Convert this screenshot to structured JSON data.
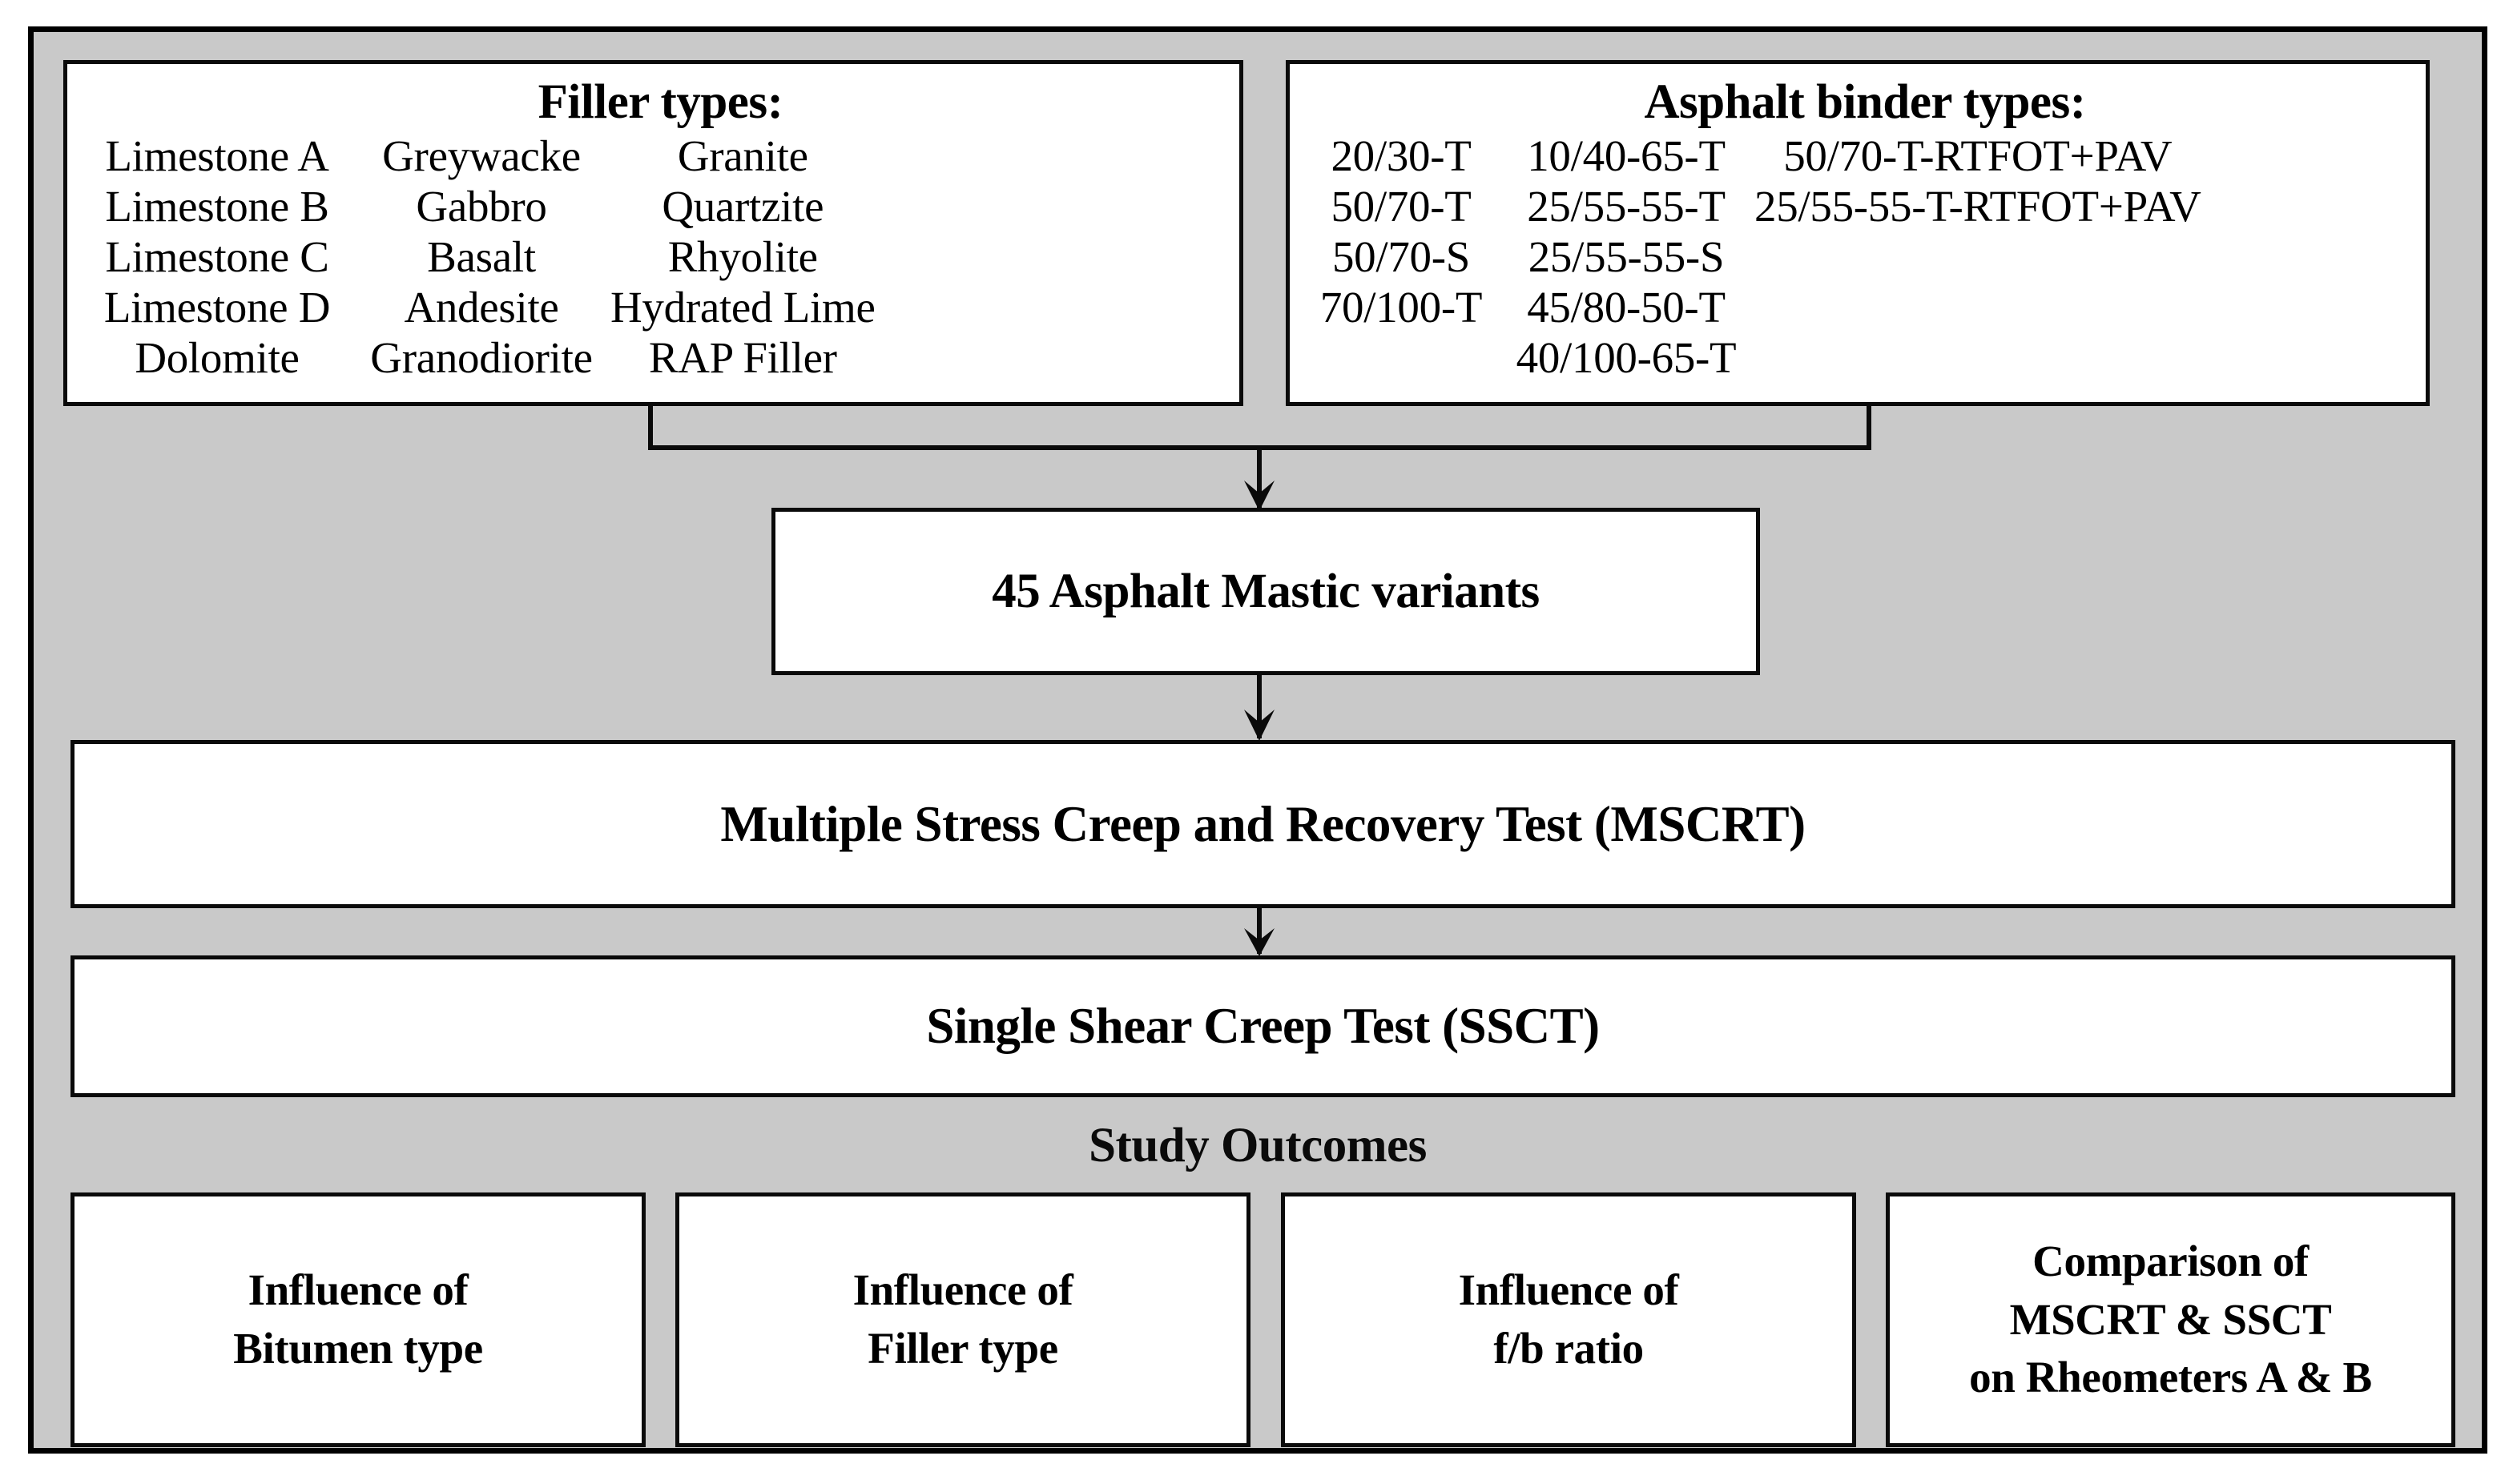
{
  "diagram": {
    "title": "Research methodology flowchart for asphalt mastic testing",
    "background_color": "#c9c9c9",
    "box_fill_color": "#ffffff",
    "line_color": "#0a0a0a"
  },
  "filler_box": {
    "heading": "Filler types:",
    "columns": [
      [
        "Limestone A",
        "Limestone B",
        "Limestone C",
        "Limestone D",
        "Dolomite"
      ],
      [
        "Greywacke",
        "Gabbro",
        "Basalt",
        "Andesite",
        "Granodiorite"
      ],
      [
        "Granite",
        "Quartzite",
        "Rhyolite",
        "Hydrated Lime",
        "RAP Filler"
      ]
    ]
  },
  "binder_box": {
    "heading": "Asphalt binder types:",
    "columns": [
      [
        "20/30-T",
        "50/70-T",
        "50/70-S",
        "70/100-T"
      ],
      [
        "10/40-65-T",
        "25/55-55-T",
        "25/55-55-S",
        "45/80-50-T",
        "40/100-65-T"
      ],
      [
        "50/70-T-RTFOT+PAV",
        "25/55-55-T-RTFOT+PAV"
      ]
    ]
  },
  "mastic_box": {
    "label": "45 Asphalt Mastic variants"
  },
  "mscrt_box": {
    "label": "Multiple Stress Creep and Recovery Test (MSCRT)"
  },
  "ssct_box": {
    "label": "Single Shear Creep Test (SSCT)"
  },
  "outcomes_heading": {
    "label": "Study Outcomes"
  },
  "outcomes": [
    {
      "lines": [
        "Influence of",
        "Bitumen type"
      ]
    },
    {
      "lines": [
        "Influence of",
        "Filler type"
      ]
    },
    {
      "lines": [
        "Influence of",
        "f/b ratio"
      ]
    },
    {
      "lines": [
        "Comparison of",
        "MSCRT & SSCT",
        "on Rheometers A & B"
      ]
    }
  ]
}
